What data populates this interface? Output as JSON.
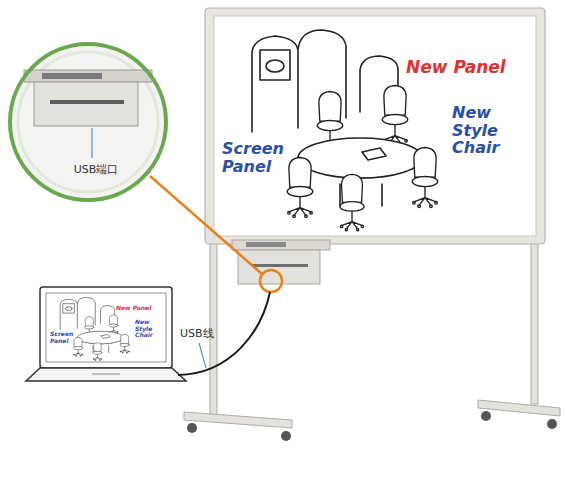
{
  "diagram": {
    "nodes": [
      {
        "text": [
          "USB端口"
        ]
      }
    ],
    "labels": [
      "New Panel",
      "New Style Chair",
      "Screen Panel",
      "New Panel",
      "New Style Chair",
      "Screen Panel",
      "USB线"
    ]
  }
}
